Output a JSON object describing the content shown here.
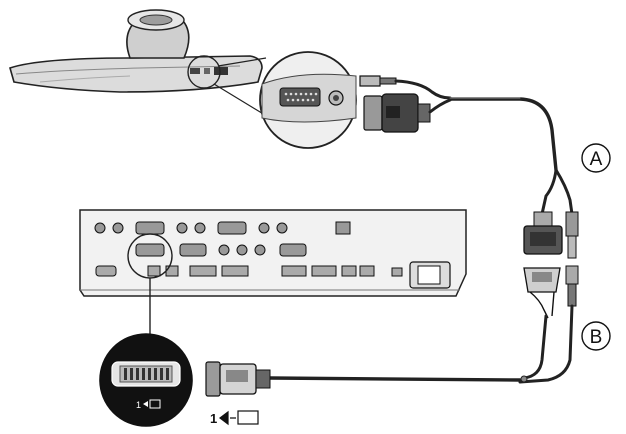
{
  "labels": {
    "cable_a": "A",
    "cable_b": "B",
    "port_number": "1",
    "port_callout_number": "1"
  },
  "colors": {
    "line": "#111111",
    "device_fill": "#e2e2e2",
    "device_shade": "#b9b9b9",
    "panel_fill": "#f2f2f2",
    "port_fill": "#9a9a9a",
    "cable": "#222222",
    "cable_highlight": "#7a7a7a"
  },
  "icons": {
    "port_symbol": "display-out-icon",
    "connector_a": "dvi-connector-icon",
    "connector_b": "dvi-connector-icon"
  }
}
